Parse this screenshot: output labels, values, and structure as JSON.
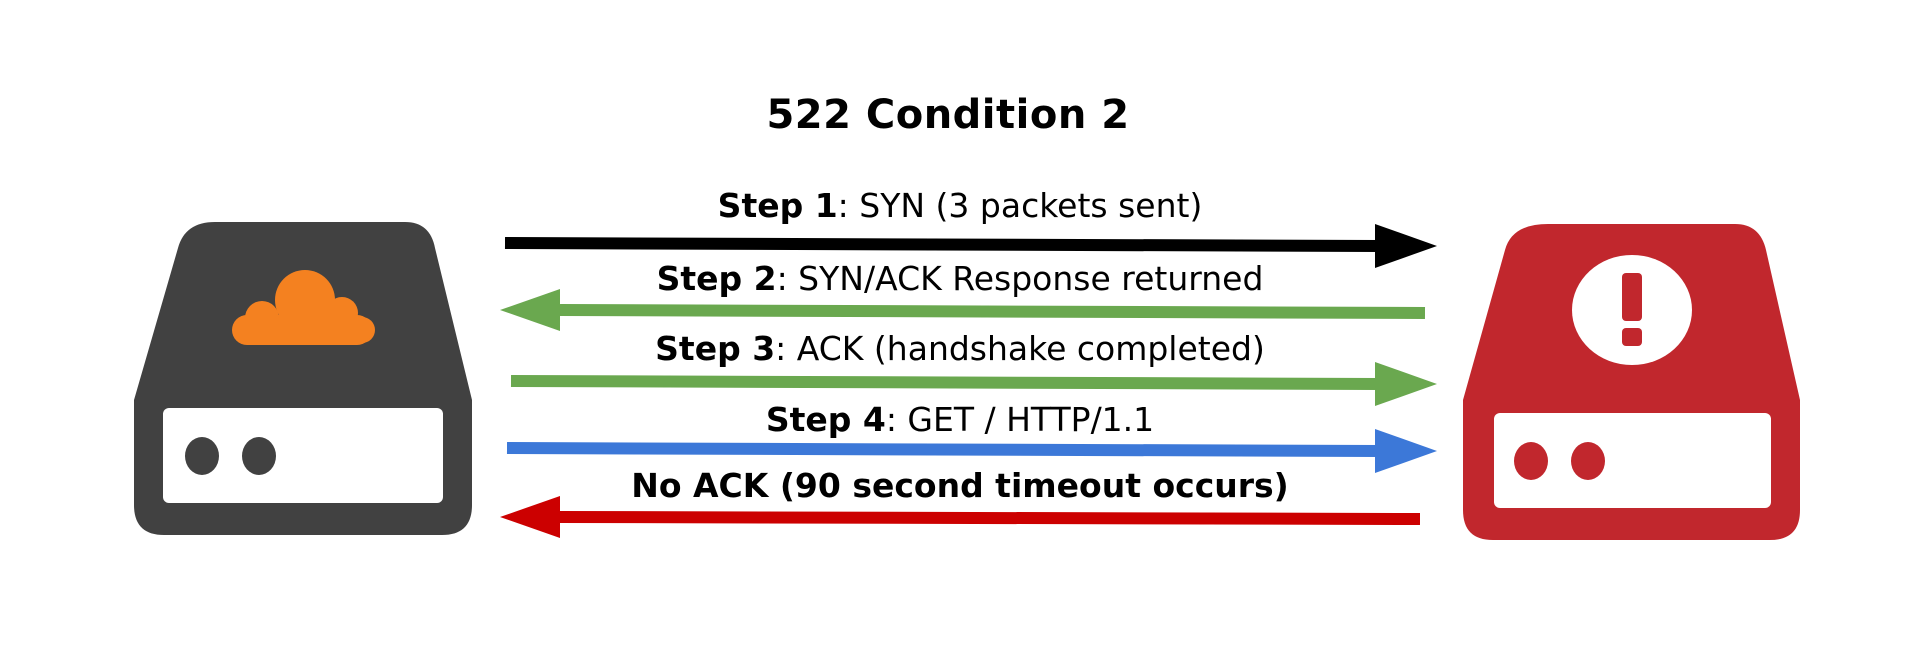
{
  "title": "522 Condition 2",
  "colors": {
    "origin_server": "#414141",
    "error_server": "#c1272d",
    "cloud": "#f48120",
    "step1": "#000000",
    "step2": "#6aa84f",
    "step3": "#6aa84f",
    "step4": "#3c78d8",
    "step5": "#cc0000"
  },
  "icons": {
    "left_server": "cloudflare-server-icon",
    "right_server": "error-server-icon"
  },
  "steps": [
    {
      "bold": "Step 1",
      "text": ": SYN (3 packets sent)",
      "direction": "right"
    },
    {
      "bold": "Step 2",
      "text": ": SYN/ACK Response returned",
      "direction": "left"
    },
    {
      "bold": "Step 3",
      "text": ": ACK (handshake completed)",
      "direction": "right"
    },
    {
      "bold": "Step 4",
      "text": ": GET / HTTP/1.1",
      "direction": "right"
    },
    {
      "bold": "No ACK (90 second timeout occurs)",
      "text": "",
      "direction": "left"
    }
  ]
}
